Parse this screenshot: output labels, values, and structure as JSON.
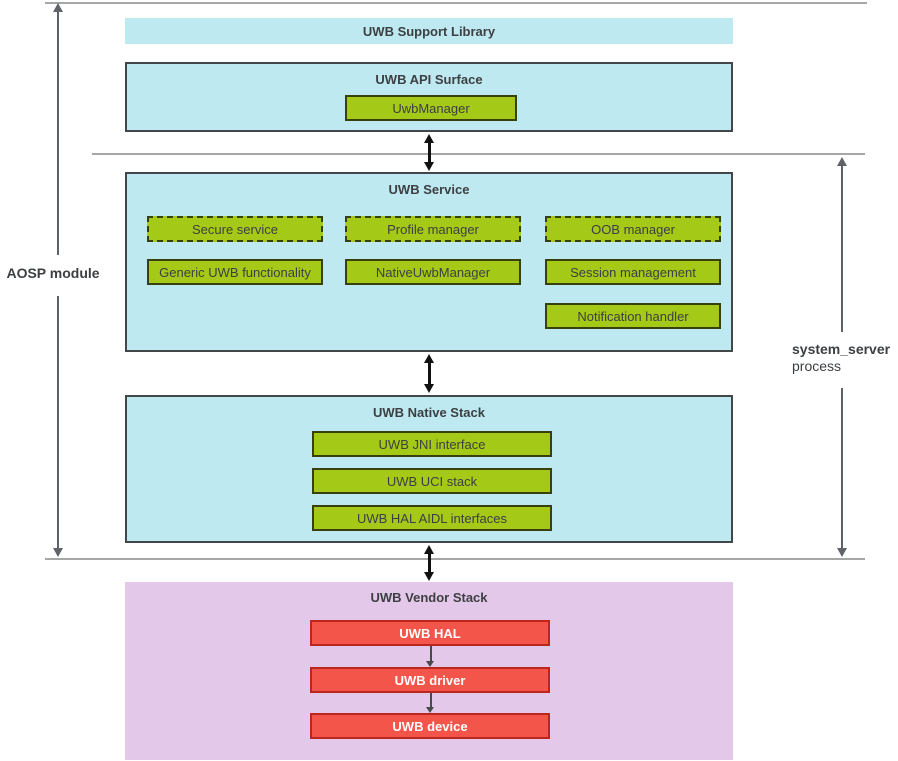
{
  "labels": {
    "aosp_module": "AOSP module",
    "system_server": "system_server",
    "process": "process"
  },
  "boxes": {
    "support_library": {
      "title": "UWB Support Library"
    },
    "api_surface": {
      "title": "UWB API Surface",
      "children": [
        "UwbManager"
      ]
    },
    "service": {
      "title": "UWB Service",
      "row1": [
        "Secure service",
        "Profile manager",
        "OOB manager"
      ],
      "row2": [
        "Generic UWB functionality",
        "NativeUwbManager",
        "Session management"
      ],
      "row3": [
        "Notification handler"
      ]
    },
    "native_stack": {
      "title": "UWB Native Stack",
      "children": [
        "UWB JNI interface",
        "UWB UCI stack",
        "UWB HAL AIDL interfaces"
      ]
    },
    "vendor_stack": {
      "title": "UWB Vendor Stack",
      "children": [
        "UWB HAL",
        "UWB driver",
        "UWB device"
      ]
    }
  },
  "colors": {
    "cyan_fill": "#bfe9f1",
    "cyan_border": "#44474a",
    "green_fill": "#a4c916",
    "green_border": "#38400e",
    "red_fill": "#f4554a",
    "red_border": "#bb271f",
    "purple_fill": "#e4c8e9",
    "line_gray": "#a6a6a6",
    "bracket_gray": "#5f6368",
    "arrow_black": "#111111",
    "text_dark": "#3c4043",
    "text_white": "#ffffff"
  }
}
